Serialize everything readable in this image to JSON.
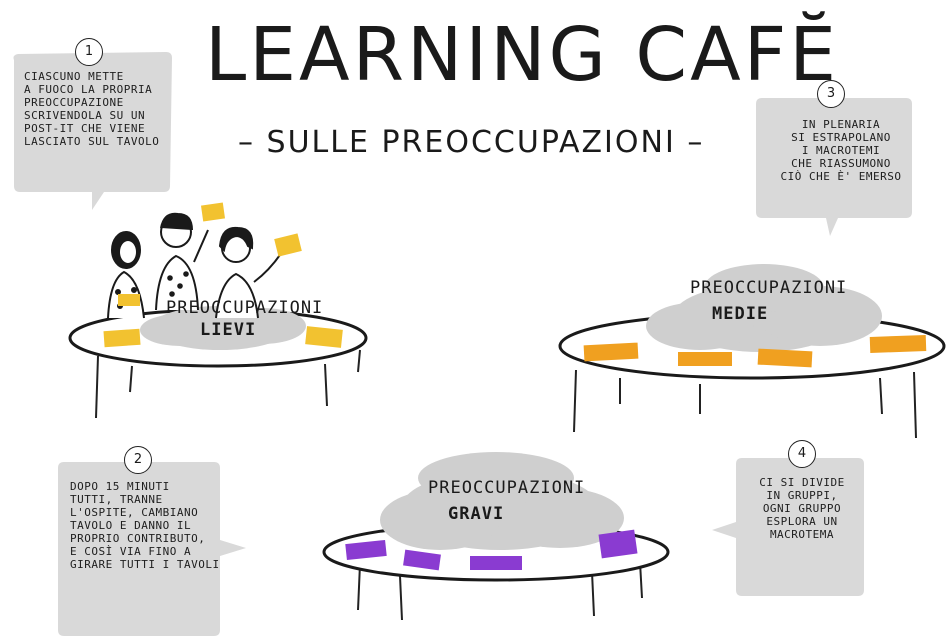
{
  "header": {
    "title": "LEARNING CAFĔ",
    "subtitle": "– SULLE PREOCCUPAZIONI –"
  },
  "steps": [
    {
      "number": "1",
      "text": "CIASCUNO METTE\nA FUOCO LA PROPRIA\nPREOCCUPAZIONE\nSCRIVENDOLA SU UN\nPOST-IT CHE VIENE\nLASCIATO SUL TAVOLO"
    },
    {
      "number": "2",
      "text": "DOPO 15 MINUTI\nTUTTI, TRANNE\nL'OSPITE, CAMBIANO\nTAVOLO E DANNO IL\nPROPRIO CONTRIBUTO,\nE COSÌ VIA FINO A\nGIRARE TUTTI I TAVOLI"
    },
    {
      "number": "3",
      "text": "IN PLENARIA\nSI ESTRAPOLANO\nI MACROTEMI\nCHE RIASSUMONO\nCIÒ CHE È' EMERSO"
    },
    {
      "number": "4",
      "text": "CI SI DIVIDE\nIN GRUPPI,\nOGNI GRUPPO\nESPLORA UN\nMACROTEMA"
    }
  ],
  "tables": [
    {
      "label": "PREOCCUPAZIONI",
      "level": "LIEVI",
      "postit_color": "#f2c230"
    },
    {
      "label": "PREOCCUPAZIONI",
      "level": "MEDIE",
      "postit_color": "#f0a020"
    },
    {
      "label": "PREOCCUPAZIONI",
      "level": "GRAVI",
      "postit_color": "#8a3bd1"
    }
  ],
  "colors": {
    "bubble": "#d9d9d9",
    "cloud": "#cfcfcf",
    "ink": "#1a1a1a"
  }
}
